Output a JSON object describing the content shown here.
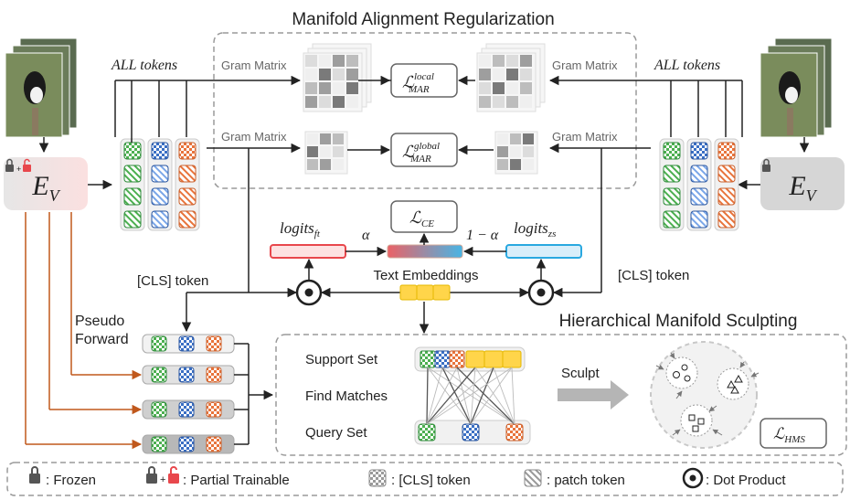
{
  "titles": {
    "mar": "Manifold Alignment Regularization",
    "hms": "Hierarchical Manifold Sculpting"
  },
  "labels": {
    "all_tokens_left": "ALL tokens",
    "all_tokens_right": "ALL tokens",
    "gram_tl": "Gram Matrix",
    "gram_tr": "Gram Matrix",
    "gram_bl": "Gram Matrix",
    "gram_br": "Gram Matrix",
    "cls_left": "[CLS] token",
    "cls_right": "[CLS] token",
    "text_embeddings": "Text Embeddings",
    "pseudo_1": "Pseudo",
    "pseudo_2": "Forward",
    "alpha": "α",
    "one_minus_alpha": "1 − α",
    "support_set": "Support Set",
    "find_matches": "Find Matches",
    "query_set": "Query Set",
    "sculpt": "Sculpt"
  },
  "math": {
    "encoder_base": "E",
    "encoder_sub": "V",
    "logits_ft_base": "logits",
    "logits_ft_sub": "ft",
    "logits_zs_base": "logits",
    "logits_zs_sub": "zs",
    "loss_symbol": "ℒ",
    "loss_ce_sub": "CE",
    "loss_local_sup": "local",
    "loss_local_sub": "MAR",
    "loss_global_sup": "global",
    "loss_global_sub": "MAR",
    "loss_hms_sub": "HMS"
  },
  "legend": {
    "frozen": ": Frozen",
    "partial": ": Partial Trainable",
    "cls": ": [CLS] token",
    "patch": ": patch token",
    "dot": ": Dot Product"
  },
  "colors": {
    "green": "#4caf50",
    "blue": "#3a6fc4",
    "orange": "#e8743c",
    "yellow": "#ffd54a",
    "red": "#e8474c",
    "cyan": "#29a8e0",
    "pseudo_arrow": "#c0581c",
    "encoder_frozen": "#d6d6d6",
    "dashed_border": "#9a9a9a"
  }
}
